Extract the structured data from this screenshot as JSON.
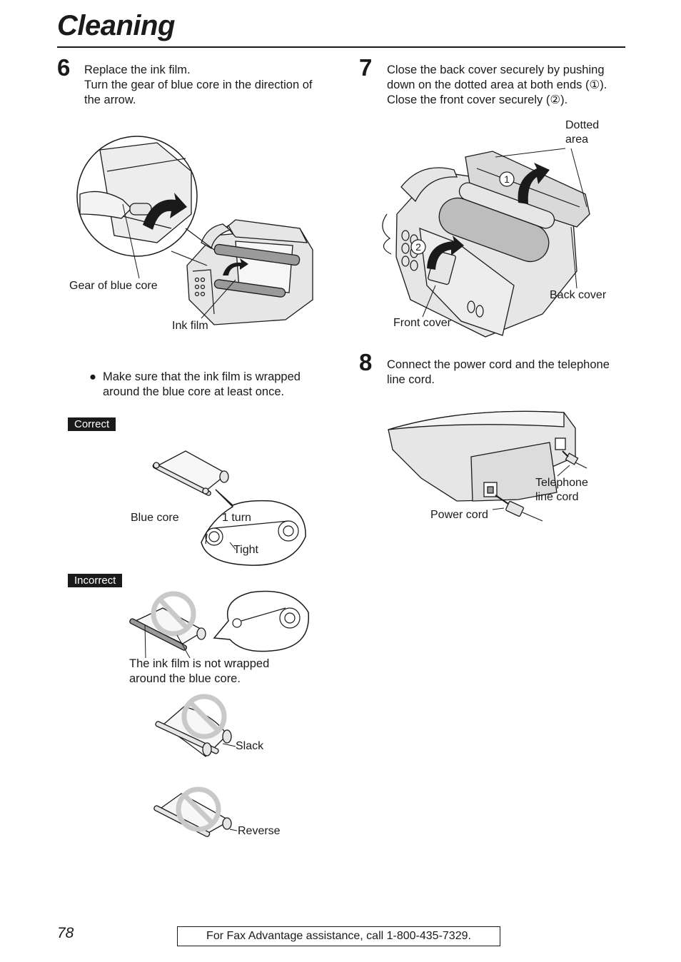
{
  "header": {
    "title": "Cleaning"
  },
  "step6": {
    "number": "6",
    "line1": "Replace the ink film.",
    "line2": "Turn the gear of blue core in the direction of",
    "line3": "the arrow.",
    "label_gear": "Gear of blue core",
    "label_inkfilm": "Ink film",
    "bullet_line1": "Make sure that the ink film is wrapped",
    "bullet_line2": "around the blue core at least once.",
    "correct": {
      "tag": "Correct",
      "label_bluecore": "Blue core",
      "label_turn": "1 turn",
      "label_tight": "Tight"
    },
    "incorrect": {
      "tag": "Incorrect",
      "note_line1": "The ink film is not wrapped",
      "note_line2": "around the blue core.",
      "label_slack": "Slack",
      "label_reverse": "Reverse"
    }
  },
  "step7": {
    "number": "7",
    "line1": "Close the back cover securely by pushing",
    "line2": "down on the dotted area at both ends (①).",
    "line3": "Close the front cover securely (②).",
    "label_dotted1": "Dotted",
    "label_dotted2": "area",
    "label_backcover": "Back cover",
    "label_frontcover": "Front cover",
    "marker1": "1",
    "marker2": "2"
  },
  "step8": {
    "number": "8",
    "line1": "Connect the power cord and the telephone",
    "line2": "line cord.",
    "label_tel1": "Telephone",
    "label_tel2": "line cord",
    "label_power": "Power cord"
  },
  "footer": {
    "page_number": "78",
    "assistance": "For Fax Advantage assistance, call 1-800-435-7329."
  }
}
